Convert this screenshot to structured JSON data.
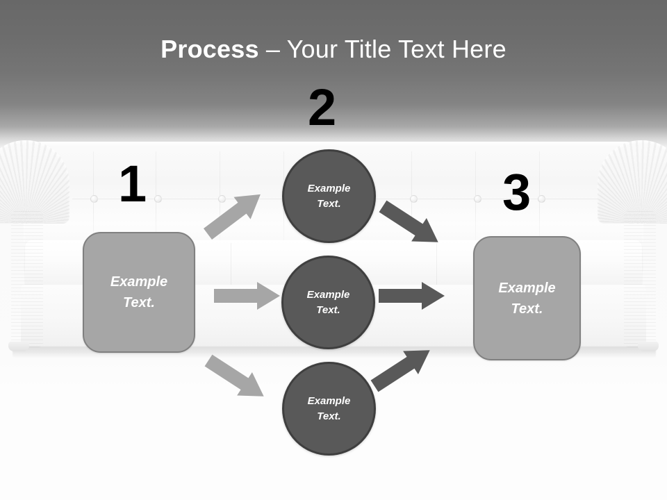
{
  "slide": {
    "title": {
      "bold_part": "Process",
      "rest": " – Your Title Text Here"
    },
    "background": {
      "top_color": "#686868",
      "bottom_color": "#fdfdfd",
      "photo": "white-leather-chesterfield-sofa"
    }
  },
  "colors": {
    "box_fill": "#a6a6a6",
    "box_border": "#808080",
    "circle_fill": "#595959",
    "circle_border": "#3f3f3f",
    "arrow_light": "#a6a6a6",
    "arrow_dark": "#595959",
    "number_color": "#000000",
    "title_color": "#ffffff"
  },
  "steps": [
    {
      "number": "1",
      "label": "step-1"
    },
    {
      "number": "2",
      "label": "step-2"
    },
    {
      "number": "3",
      "label": "step-3"
    }
  ],
  "nodes": {
    "left_box": {
      "line1": "Example",
      "line2": "Text."
    },
    "right_box": {
      "line1": "Example",
      "line2": "Text."
    },
    "circle_top": {
      "line1": "Example",
      "line2": "Text."
    },
    "circle_middle": {
      "line1": "Example",
      "line2": "Text."
    },
    "circle_bottom": {
      "line1": "Example",
      "line2": "Text."
    }
  },
  "arrows": [
    {
      "name": "arrow-left-to-top",
      "direction": "up-right",
      "color": "#a6a6a6"
    },
    {
      "name": "arrow-left-to-middle",
      "direction": "right",
      "color": "#a6a6a6"
    },
    {
      "name": "arrow-left-to-bottom",
      "direction": "down-right",
      "color": "#a6a6a6"
    },
    {
      "name": "arrow-top-to-right",
      "direction": "down-right",
      "color": "#595959"
    },
    {
      "name": "arrow-middle-to-right",
      "direction": "right",
      "color": "#595959"
    },
    {
      "name": "arrow-bottom-to-right",
      "direction": "up-right",
      "color": "#595959"
    }
  ]
}
